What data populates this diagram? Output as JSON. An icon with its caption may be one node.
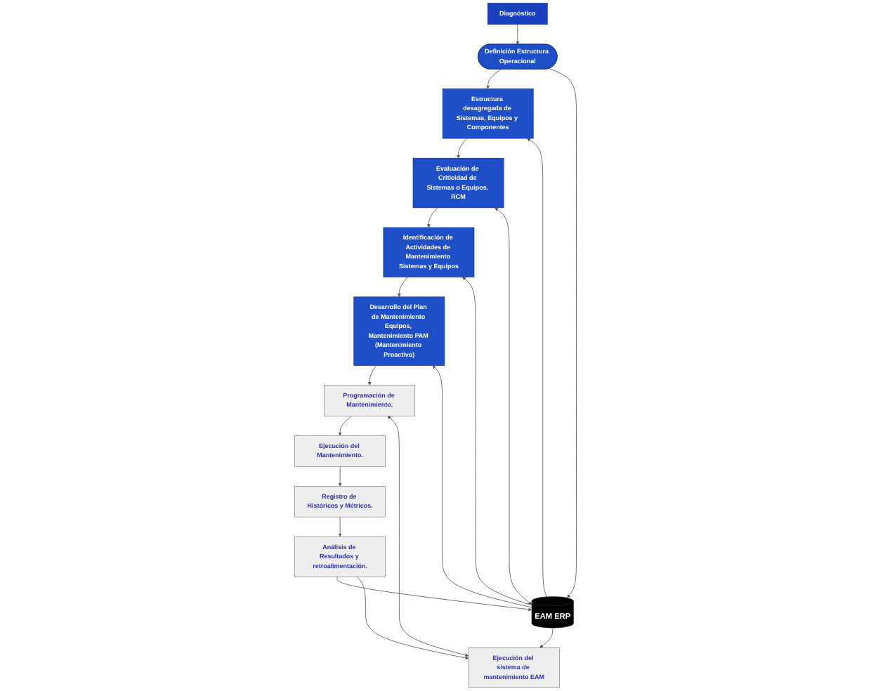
{
  "diagram": {
    "nodes": [
      {
        "text": [
          "Diagnóstico"
        ]
      },
      {
        "text": [
          "Definición Estructura Operacional"
        ]
      },
      {
        "text": [
          "Estructura desagregada de Sistemas, Equipos y Componentes"
        ]
      },
      {
        "text": [
          "Evaluación de Criticidad de Sistemas o Equipos. RCM"
        ]
      },
      {
        "text": [
          "Identificación de Actividades de Mantenimiento Sistemas y Equipos"
        ]
      },
      {
        "text": [
          "Desarrollo del Plan de Mantenimiento Equipos, Mantenimiento PAM (Mantenimiento Proactivo)"
        ]
      },
      {
        "text": [
          "EAM ERP"
        ]
      },
      {
        "text": [
          "Análisis de Resultados y retroalimentación."
        ]
      },
      {
        "text": [
          "Ejecución del sistema de mantenimiento EAM"
        ]
      },
      {
        "text": [
          "Registro de Históricos y Métricos."
        ]
      },
      {
        "text": [
          "Programación de Mantenimiento."
        ]
      },
      {
        "text": [
          "Ejecución del Mantenimiento."
        ]
      }
    ],
    "edges": [
      {
        "from": 0,
        "to": 1,
        "arrow": "to"
      },
      {
        "from": 1,
        "to": 2,
        "arrow": "to"
      },
      {
        "from": 1,
        "to": 6,
        "arrow": "to"
      },
      {
        "from": 2,
        "to": 3,
        "arrow": "to"
      },
      {
        "from": 3,
        "to": 4,
        "arrow": "to"
      },
      {
        "from": 4,
        "to": 5,
        "arrow": "to"
      },
      {
        "from": 6,
        "to": 2,
        "arrow": "to"
      },
      {
        "from": 3,
        "to": 6,
        "arrow": "both"
      },
      {
        "from": 6,
        "to": 4,
        "arrow": "to"
      },
      {
        "from": 6,
        "to": 5,
        "arrow": "to"
      },
      {
        "from": 5,
        "to": 10,
        "arrow": "to"
      },
      {
        "from": 6,
        "to": 8,
        "arrow": "to"
      },
      {
        "from": 7,
        "to": 6,
        "arrow": "to"
      },
      {
        "from": 7,
        "to": 8,
        "arrow": "to"
      },
      {
        "from": 8,
        "to": 10,
        "arrow": "both"
      },
      {
        "from": 10,
        "to": 11,
        "arrow": "to"
      },
      {
        "from": 11,
        "to": 9,
        "arrow": "to"
      },
      {
        "from": 9,
        "to": 7,
        "arrow": "to"
      }
    ]
  }
}
